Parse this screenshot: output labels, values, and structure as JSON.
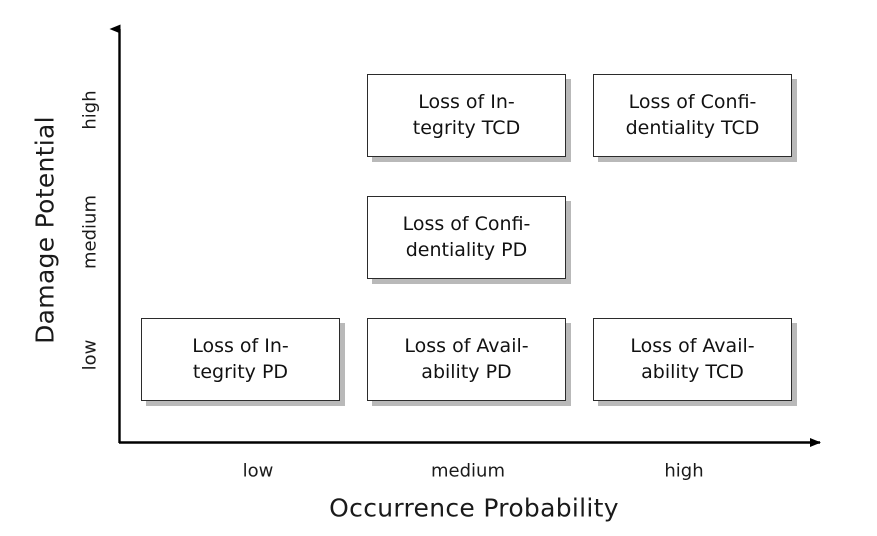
{
  "figure": {
    "type": "risk-matrix",
    "background_color": "#ffffff",
    "box_border_color": "#2b2b2b",
    "box_fill_color": "#ffffff",
    "box_shadow_color": "#b9b9b9",
    "axis_color": "#000000"
  },
  "axes": {
    "y": {
      "title": "Damage Potential",
      "ticks": [
        {
          "key": "high",
          "label": "high"
        },
        {
          "key": "medium",
          "label": "medium"
        },
        {
          "key": "low",
          "label": "low"
        }
      ]
    },
    "x": {
      "title": "Occurrence Probability",
      "ticks": [
        {
          "key": "low",
          "label": "low"
        },
        {
          "key": "medium",
          "label": "medium"
        },
        {
          "key": "high",
          "label": "high"
        }
      ]
    }
  },
  "cells": [
    {
      "id": "integrity-tcd",
      "x": "medium",
      "y": "high",
      "label": "Loss of In-\ntegrity TCD",
      "text": "Loss of Integrity TCD"
    },
    {
      "id": "confidentiality-tcd",
      "x": "high",
      "y": "high",
      "label": "Loss of Confi-\ndentiality TCD",
      "text": "Loss of Confidentiality TCD"
    },
    {
      "id": "confidentiality-pd",
      "x": "medium",
      "y": "medium",
      "label": "Loss of Confi-\ndentiality PD",
      "text": "Loss of Confidentiality PD"
    },
    {
      "id": "integrity-pd",
      "x": "low",
      "y": "low",
      "label": "Loss of In-\ntegrity PD",
      "text": "Loss of Integrity PD"
    },
    {
      "id": "availability-pd",
      "x": "medium",
      "y": "low",
      "label": "Loss of Avail-\nability PD",
      "text": "Loss of Availability PD"
    },
    {
      "id": "availability-tcd",
      "x": "high",
      "y": "low",
      "label": "Loss of Avail-\nability TCD",
      "text": "Loss of Availability TCD"
    }
  ],
  "chart_data": {
    "type": "table",
    "title": "",
    "xlabel": "Occurrence Probability",
    "ylabel": "Damage Potential",
    "x_categories": [
      "low",
      "medium",
      "high"
    ],
    "y_categories": [
      "low",
      "medium",
      "high"
    ],
    "grid": false,
    "legend": "none",
    "points": [
      {
        "x": "medium",
        "y": "high",
        "label": "Loss of Integrity TCD"
      },
      {
        "x": "high",
        "y": "high",
        "label": "Loss of Confidentiality TCD"
      },
      {
        "x": "medium",
        "y": "medium",
        "label": "Loss of Confidentiality PD"
      },
      {
        "x": "low",
        "y": "low",
        "label": "Loss of Integrity PD"
      },
      {
        "x": "medium",
        "y": "low",
        "label": "Loss of Availability PD"
      },
      {
        "x": "high",
        "y": "low",
        "label": "Loss of Availability TCD"
      }
    ]
  }
}
